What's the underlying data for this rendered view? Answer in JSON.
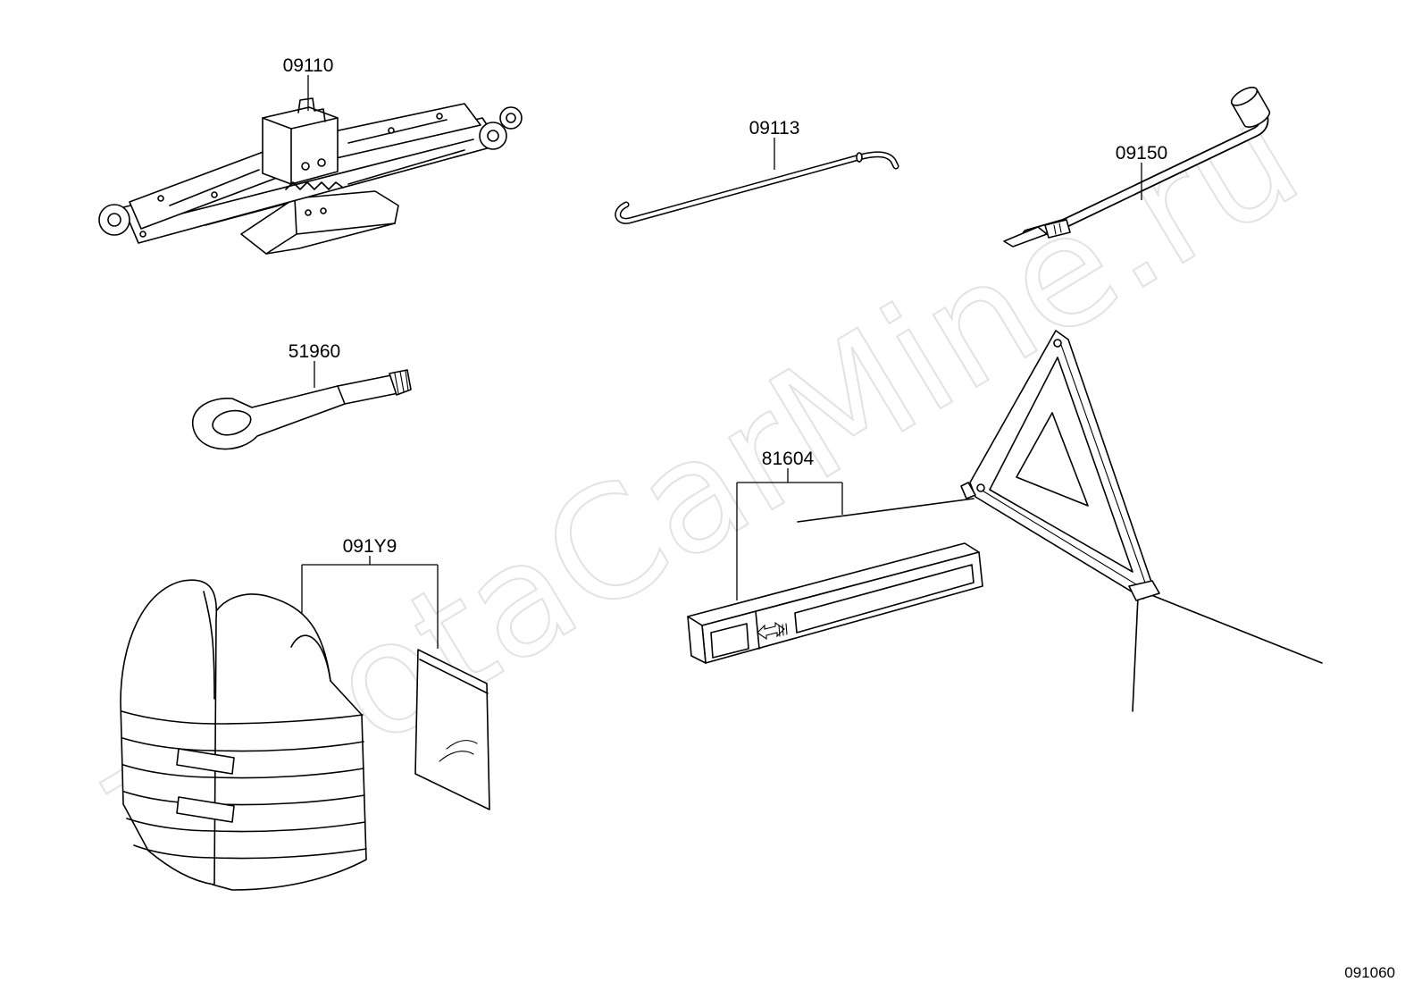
{
  "callouts": {
    "jack": "09110",
    "jack_handle": "09113",
    "wheel_wrench": "09150",
    "towing_eye": "51960",
    "warning_triangle": "81604",
    "safety_vest": "091Y9"
  },
  "illustration_code": "091060",
  "watermark": "ToyotaCarMine.ru",
  "colors": {
    "line": "#000000",
    "background": "#ffffff",
    "watermark": "#e2e2e2"
  }
}
